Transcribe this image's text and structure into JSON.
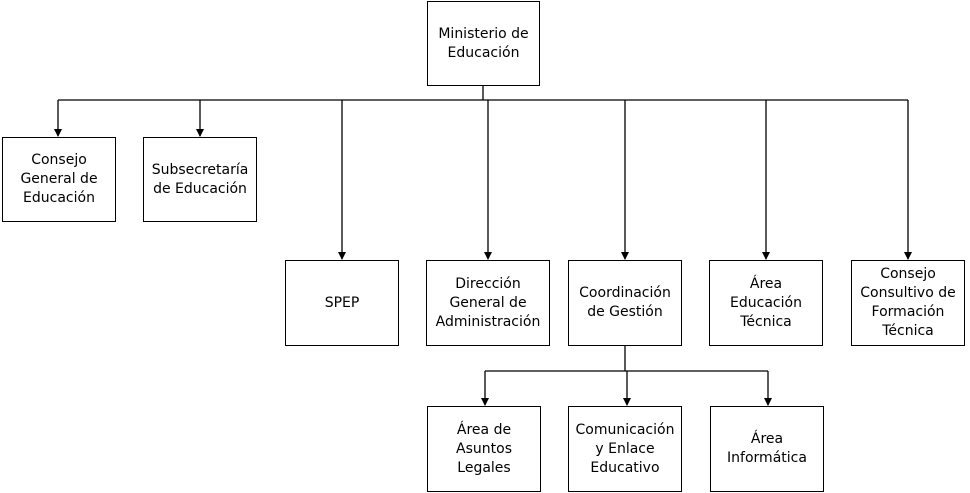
{
  "nodes": {
    "root": "Ministerio de\nEducación",
    "consejo_general": "Consejo\nGeneral de\nEducación",
    "subsecretaria": "Subsecretaría\nde Educación",
    "spep": "SPEP",
    "direccion": "Dirección\nGeneral de\nAdministración",
    "coordinacion": "Coordinación\nde Gestión",
    "area_tecnica": "Área\nEducación\nTécnica",
    "consejo_consultivo": "Consejo\nConsultivo de\nFormación\nTécnica",
    "asuntos_legales": "Área de\nAsuntos\nLegales",
    "comunicacion": "Comunicación\ny Enlace\nEducativo",
    "informatica": "Área\nInformática"
  }
}
